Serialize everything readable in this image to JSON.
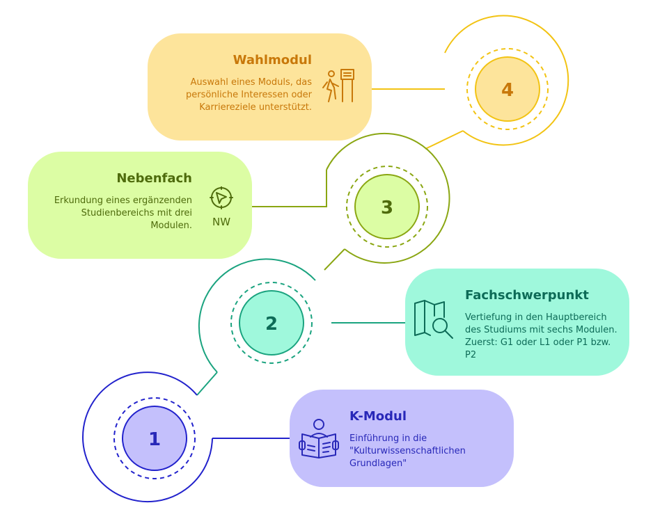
{
  "steps": [
    {
      "number": "1",
      "title": "K-Modul",
      "text": "Einführung in die \"Kulturwissenschaftlichen Grundlagen\"",
      "icon": "reading-person-icon",
      "color": "#2828b8",
      "fill": "#c4c0fc"
    },
    {
      "number": "2",
      "title": "Fachschwerpunkt",
      "text": "Vertiefung in den Hauptbereich des Studiums mit sechs Modulen. Zuerst: G1 oder L1 oder P1 bzw. P2",
      "icon": "map-search-icon",
      "color": "#0d6b57",
      "fill": "#9ff8dc"
    },
    {
      "number": "3",
      "title": "Nebenfach",
      "text": "Erkundung eines ergänzenden Studienbereichs mit drei Modulen.",
      "icon": "compass-icon",
      "icon_label": "NW",
      "color": "#4e6b0c",
      "fill": "#dcfda4"
    },
    {
      "number": "4",
      "title": "Wahlmodul",
      "text": "Auswahl eines Moduls, das persönliche Interessen oder Karriereziele unterstützt.",
      "icon": "hiker-signpost-icon",
      "color": "#c8780a",
      "fill": "#fde49b"
    }
  ]
}
